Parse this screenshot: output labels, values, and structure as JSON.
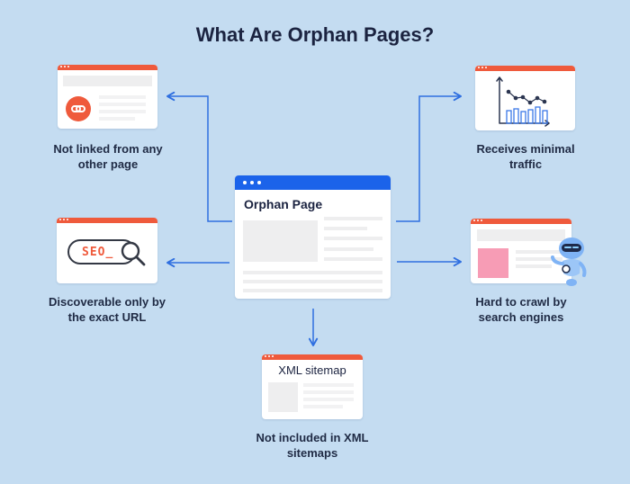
{
  "title": "What Are Orphan Pages?",
  "center": {
    "label": "Orphan Page"
  },
  "xml_card": {
    "label": "XML sitemap"
  },
  "seo_card": {
    "label": "SEO_"
  },
  "captions": {
    "not_linked": [
      "Not linked from any",
      "other page"
    ],
    "minimal_traffic": [
      "Receives minimal",
      "traffic"
    ],
    "discoverable": [
      "Discoverable only by",
      "the exact URL"
    ],
    "hard_to_crawl": [
      "Hard to crawl by",
      "search engines"
    ],
    "not_in_sitemaps": [
      "Not included in XML",
      "sitemaps"
    ]
  },
  "colors": {
    "background": "#c4dcf1",
    "accent_red": "#ef5a3c",
    "accent_blue": "#1b63ea",
    "arrow": "#2f6fe0",
    "title": "#1b2340",
    "pink_block": "#f79cb5",
    "robot": "#7fb3f5"
  },
  "icons": [
    "link-icon",
    "magnifier-icon",
    "line-chart-icon",
    "robot-icon",
    "arrow-icon"
  ]
}
